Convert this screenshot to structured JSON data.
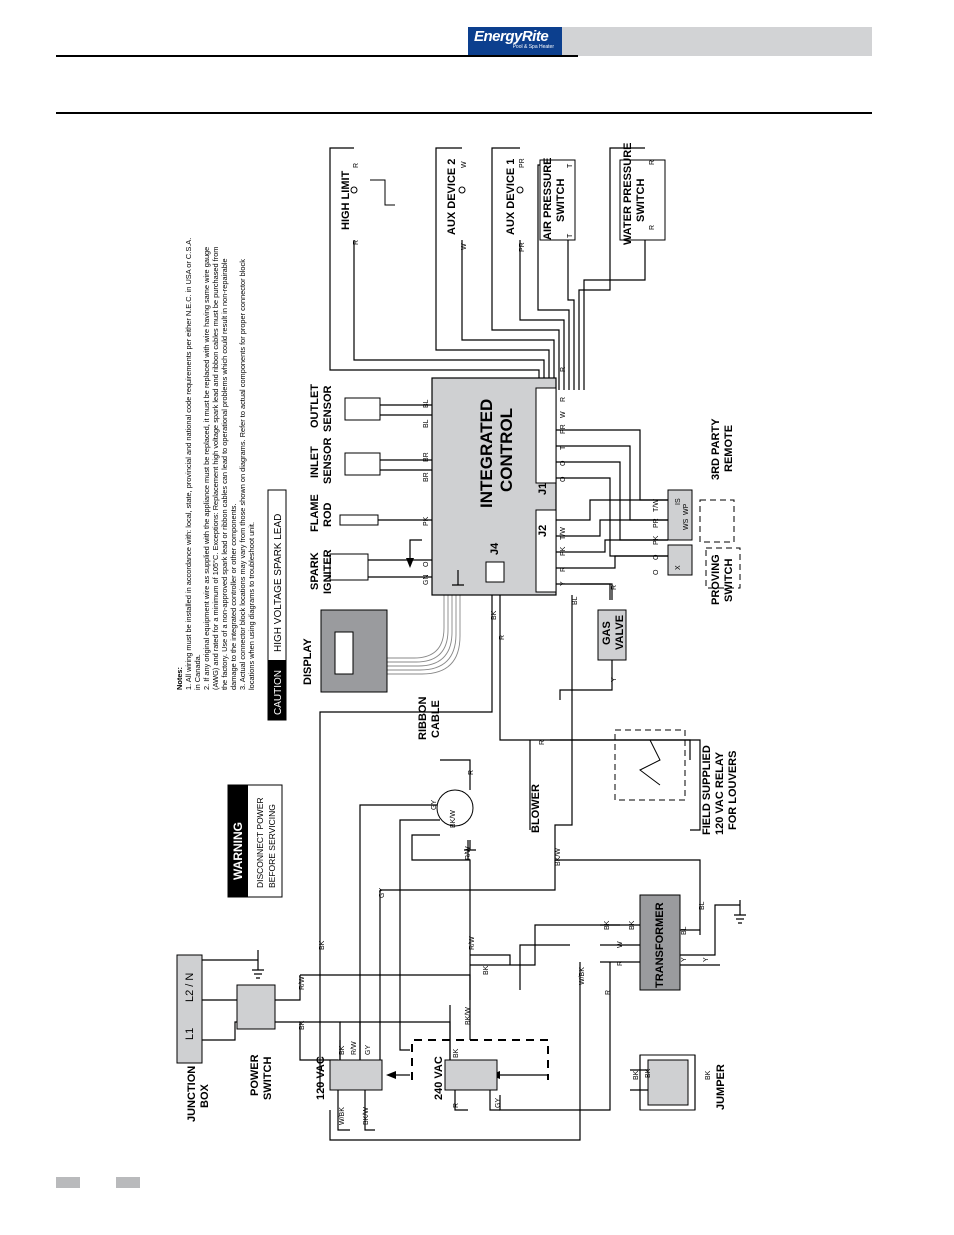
{
  "header": {
    "logo_text": "EnergyRite",
    "logo_tagline": "Pool & Spa Heater"
  },
  "notes": {
    "heading": "Notes:",
    "lines": [
      "1. All wiring must be installed in accordance with:  local, state, provincial and national code requirements per either N.E.C. in USA or C.S.A.",
      "in Canada.",
      "2. If any original equipment wire as supplied with the appliance must be replaced, it must be replaced with wire having same wire gauge",
      "(AWG) and rated for a     minimum of 105°C.  Exceptions:  Replacement high voltage spark lead and ribbon cables must be purchased from",
      "the factory.  Use of a non-approved spark lead or ribbon cables can lead to operational problems which could result in non-repairable",
      "damage to the integrated controller or other components.",
      "3. Actual connector block locations may vary from those shown on diagrams.  Refer to actual components for proper connector block",
      "locations when using diagrams to troubleshoot unit."
    ]
  },
  "caution": {
    "tag": "CAUTION",
    "text": "HIGH VOLTAGE SPARK LEAD"
  },
  "warning": {
    "title": "WARNING",
    "line1": "DISCONNECT POWER",
    "line2": "BEFORE SERVICING"
  },
  "components": {
    "high_limit": "HIGH LIMIT",
    "aux_device_2": "AUX DEVICE 2",
    "aux_device_1": "AUX DEVICE 1",
    "air_pressure_switch_1": "AIR PRESSURE",
    "air_pressure_switch_2": "SWITCH",
    "water_pressure_switch_1": "WATER PRESSURE",
    "water_pressure_switch_2": "SWITCH",
    "outlet_sensor_1": "OUTLET",
    "outlet_sensor_2": "SENSOR",
    "inlet_sensor_1": "INLET",
    "inlet_sensor_2": "SENSOR",
    "flame_rod_1": "FLAME",
    "flame_rod_2": "ROD",
    "spark_igniter_1": "SPARK",
    "spark_igniter_2": "IGNITER",
    "display": "DISPLAY",
    "ribbon_cable_1": "RIBBON",
    "ribbon_cable_2": "CABLE",
    "integrated_control_1": "INTEGRATED",
    "integrated_control_2": "CONTROL",
    "third_party_remote_1": "3RD PARTY",
    "third_party_remote_2": "REMOTE",
    "proving_switch_1": "PROVING",
    "proving_switch_2": "SWITCH",
    "gas_valve_1": "GAS",
    "gas_valve_2": "VALVE",
    "relay_1": "FIELD SUPPLIED",
    "relay_2": "120 VAC RELAY",
    "relay_3": "FOR LOUVERS",
    "blower": "BLOWER",
    "transformer": "TRANSFORMER",
    "junction_box_1": "JUNCTION",
    "junction_box_2": "BOX",
    "power_switch_1": "POWER",
    "power_switch_2": "SWITCH",
    "v120": "120 VAC",
    "v240": "240 VAC",
    "jumper": "JUMPER",
    "l1": "L1",
    "l2n": "L2 / N",
    "j1": "J1",
    "j2": "J2",
    "j4": "J4"
  },
  "wire_labels": {
    "R": "R",
    "W": "W",
    "PR": "PR",
    "T": "T",
    "BL": "BL",
    "BR": "BR",
    "PK": "PK",
    "O": "O",
    "GN": "GN",
    "BK": "BK",
    "GY": "GY",
    "Y": "Y",
    "RW": "R/W",
    "BKW": "BK/W",
    "WBK": "W/BK",
    "TW": "T/W",
    "WS": "WS",
    "WP": "WP",
    "IS": "IS",
    "X": "X"
  }
}
